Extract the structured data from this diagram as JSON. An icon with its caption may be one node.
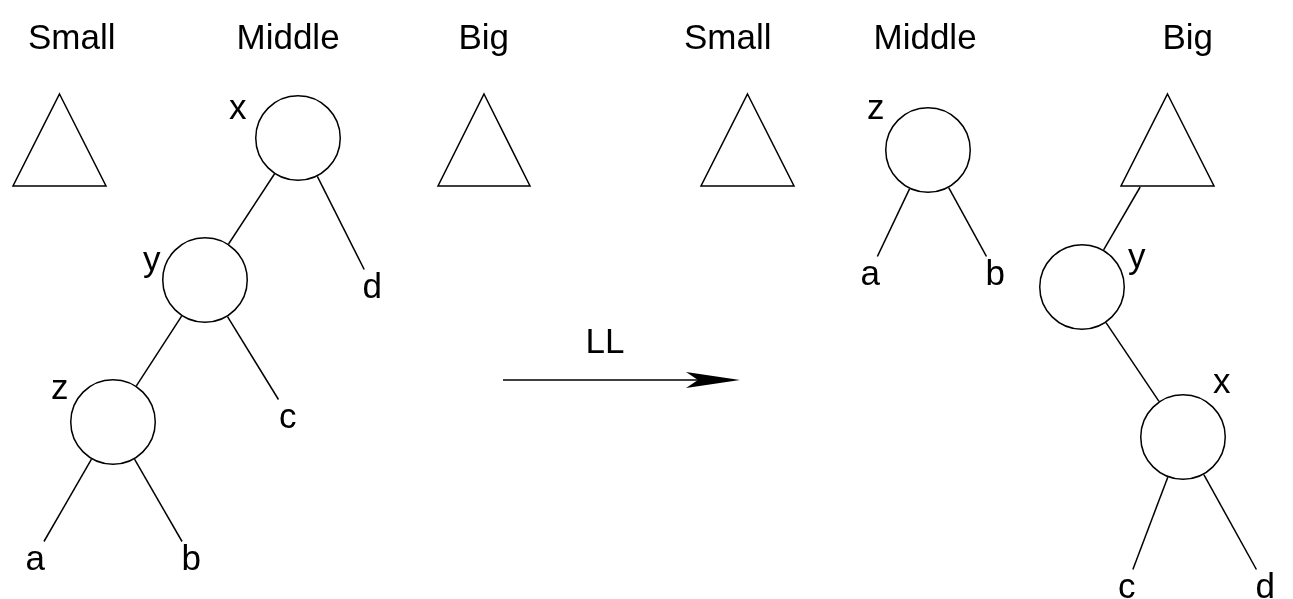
{
  "diagram": {
    "nodes": [
      {
        "text": [],
        "shape": "triangle"
      },
      {
        "text": [],
        "shape": "triangle"
      },
      {
        "text": [
          "x"
        ]
      },
      {
        "text": [
          "y"
        ]
      },
      {
        "text": [
          "z"
        ]
      },
      {
        "text": [
          "d"
        ]
      },
      {
        "text": [
          "c"
        ]
      },
      {
        "text": [
          "a"
        ]
      },
      {
        "text": [
          "b"
        ]
      },
      {
        "text": [],
        "shape": "triangle"
      },
      {
        "text": [],
        "shape": "triangle"
      },
      {
        "text": [
          "z"
        ]
      },
      {
        "text": [
          "a"
        ]
      },
      {
        "text": [
          "b"
        ]
      },
      {
        "text": [
          "y"
        ]
      },
      {
        "text": [
          "x"
        ]
      },
      {
        "text": [
          "c"
        ]
      },
      {
        "text": [
          "d"
        ]
      }
    ],
    "edges": [
      {
        "from": 2,
        "to": 3,
        "arrow": "none"
      },
      {
        "from": 2,
        "to": 5,
        "arrow": "none"
      },
      {
        "from": 3,
        "to": 4,
        "arrow": "none"
      },
      {
        "from": 3,
        "to": 6,
        "arrow": "none"
      },
      {
        "from": 4,
        "to": 7,
        "arrow": "none"
      },
      {
        "from": 4,
        "to": 8,
        "arrow": "none"
      },
      {
        "from": 11,
        "to": 12,
        "arrow": "none"
      },
      {
        "from": 11,
        "to": 13,
        "arrow": "none"
      },
      {
        "from": 10,
        "to": 14,
        "arrow": "none"
      },
      {
        "from": 14,
        "to": 15,
        "arrow": "none"
      },
      {
        "from": 15,
        "to": 16,
        "arrow": "none"
      },
      {
        "from": 15,
        "to": 17,
        "arrow": "none"
      }
    ],
    "labels": [
      "Small",
      "Middle",
      "Big",
      "LL",
      "Small",
      "Middle",
      "Big"
    ]
  }
}
